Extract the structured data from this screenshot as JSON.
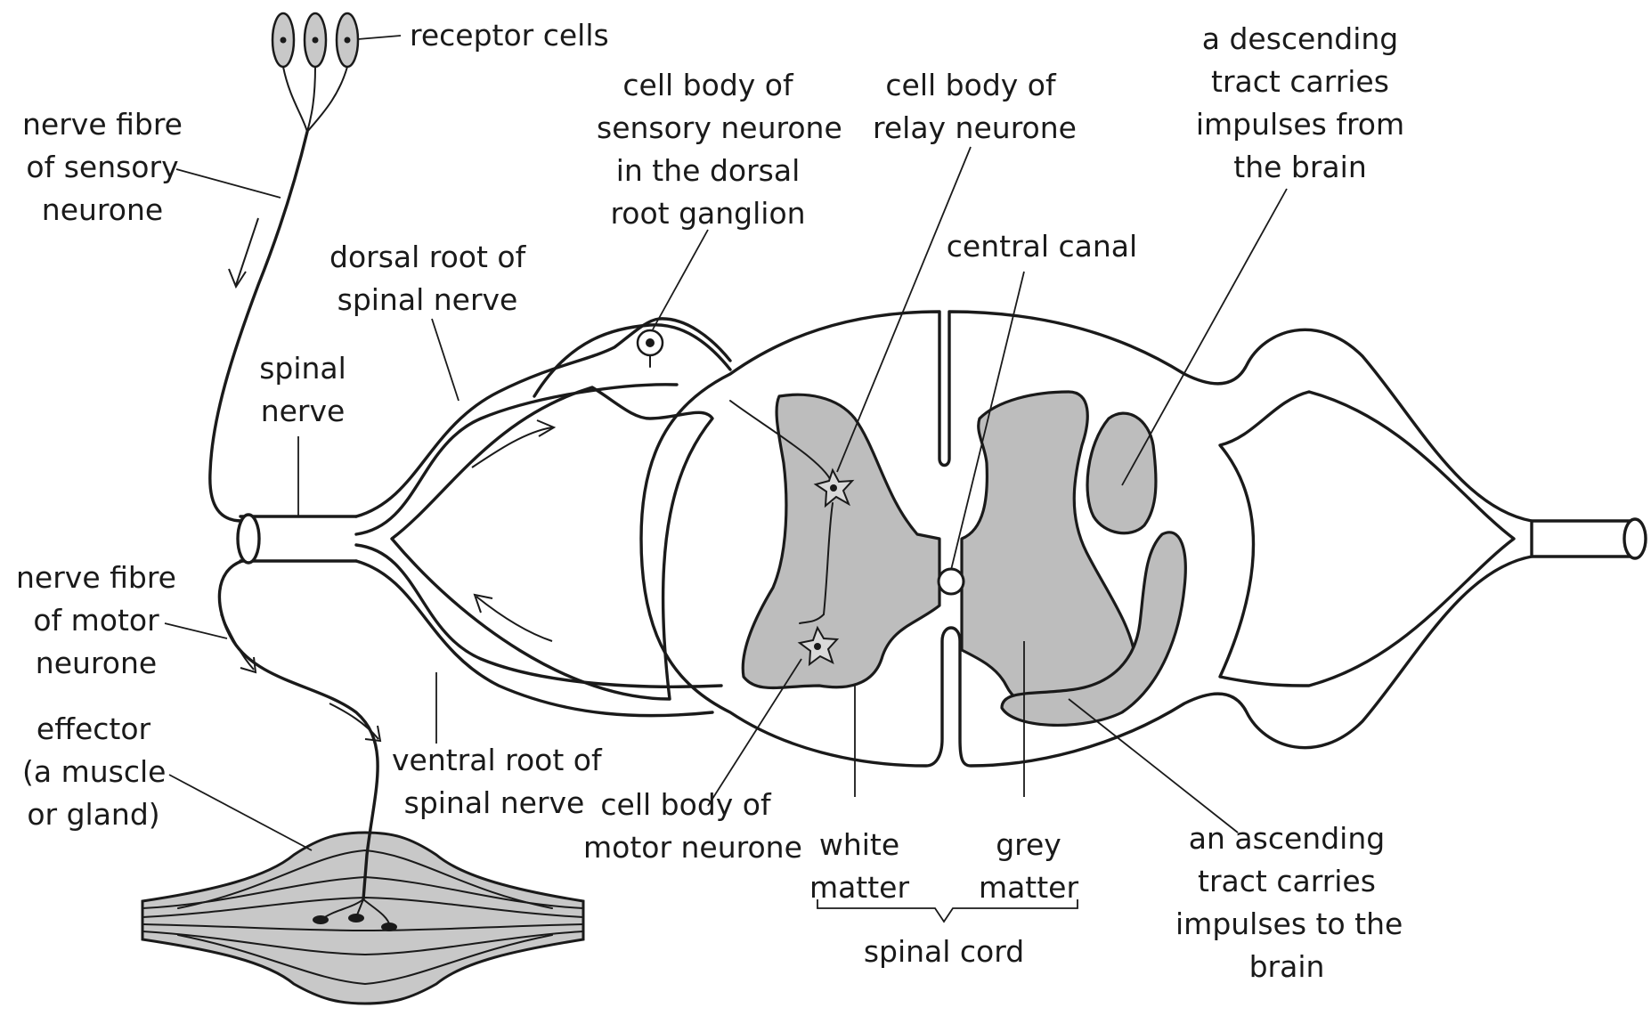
{
  "labels": {
    "receptor_cells": [
      "receptor cells"
    ],
    "nerve_fibre_sensory": [
      "nerve fibre",
      "of sensory",
      "neurone"
    ],
    "cell_body_sensory": [
      "cell body of",
      "sensory neurone",
      "in the dorsal",
      "root ganglion"
    ],
    "cell_body_relay": [
      "cell body of",
      "relay neurone"
    ],
    "descending_tract": [
      "a descending",
      "tract carries",
      "impulses from",
      "the brain"
    ],
    "central_canal": [
      "central canal"
    ],
    "dorsal_root": [
      "dorsal root of",
      "spinal nerve"
    ],
    "spinal_nerve": [
      "spinal",
      "nerve"
    ],
    "nerve_fibre_motor": [
      "nerve fibre",
      "of motor",
      "neurone"
    ],
    "effector": [
      "effector",
      "(a muscle",
      "or gland)"
    ],
    "ventral_root": [
      "ventral root of",
      "spinal nerve"
    ],
    "cell_body_motor": [
      "cell body of",
      "motor neurone"
    ],
    "white_matter": [
      "white",
      "matter"
    ],
    "grey_matter": [
      "grey",
      "matter"
    ],
    "spinal_cord": [
      "spinal cord"
    ],
    "ascending_tract": [
      "an ascending",
      "tract carries",
      "impulses to the",
      "brain"
    ]
  }
}
